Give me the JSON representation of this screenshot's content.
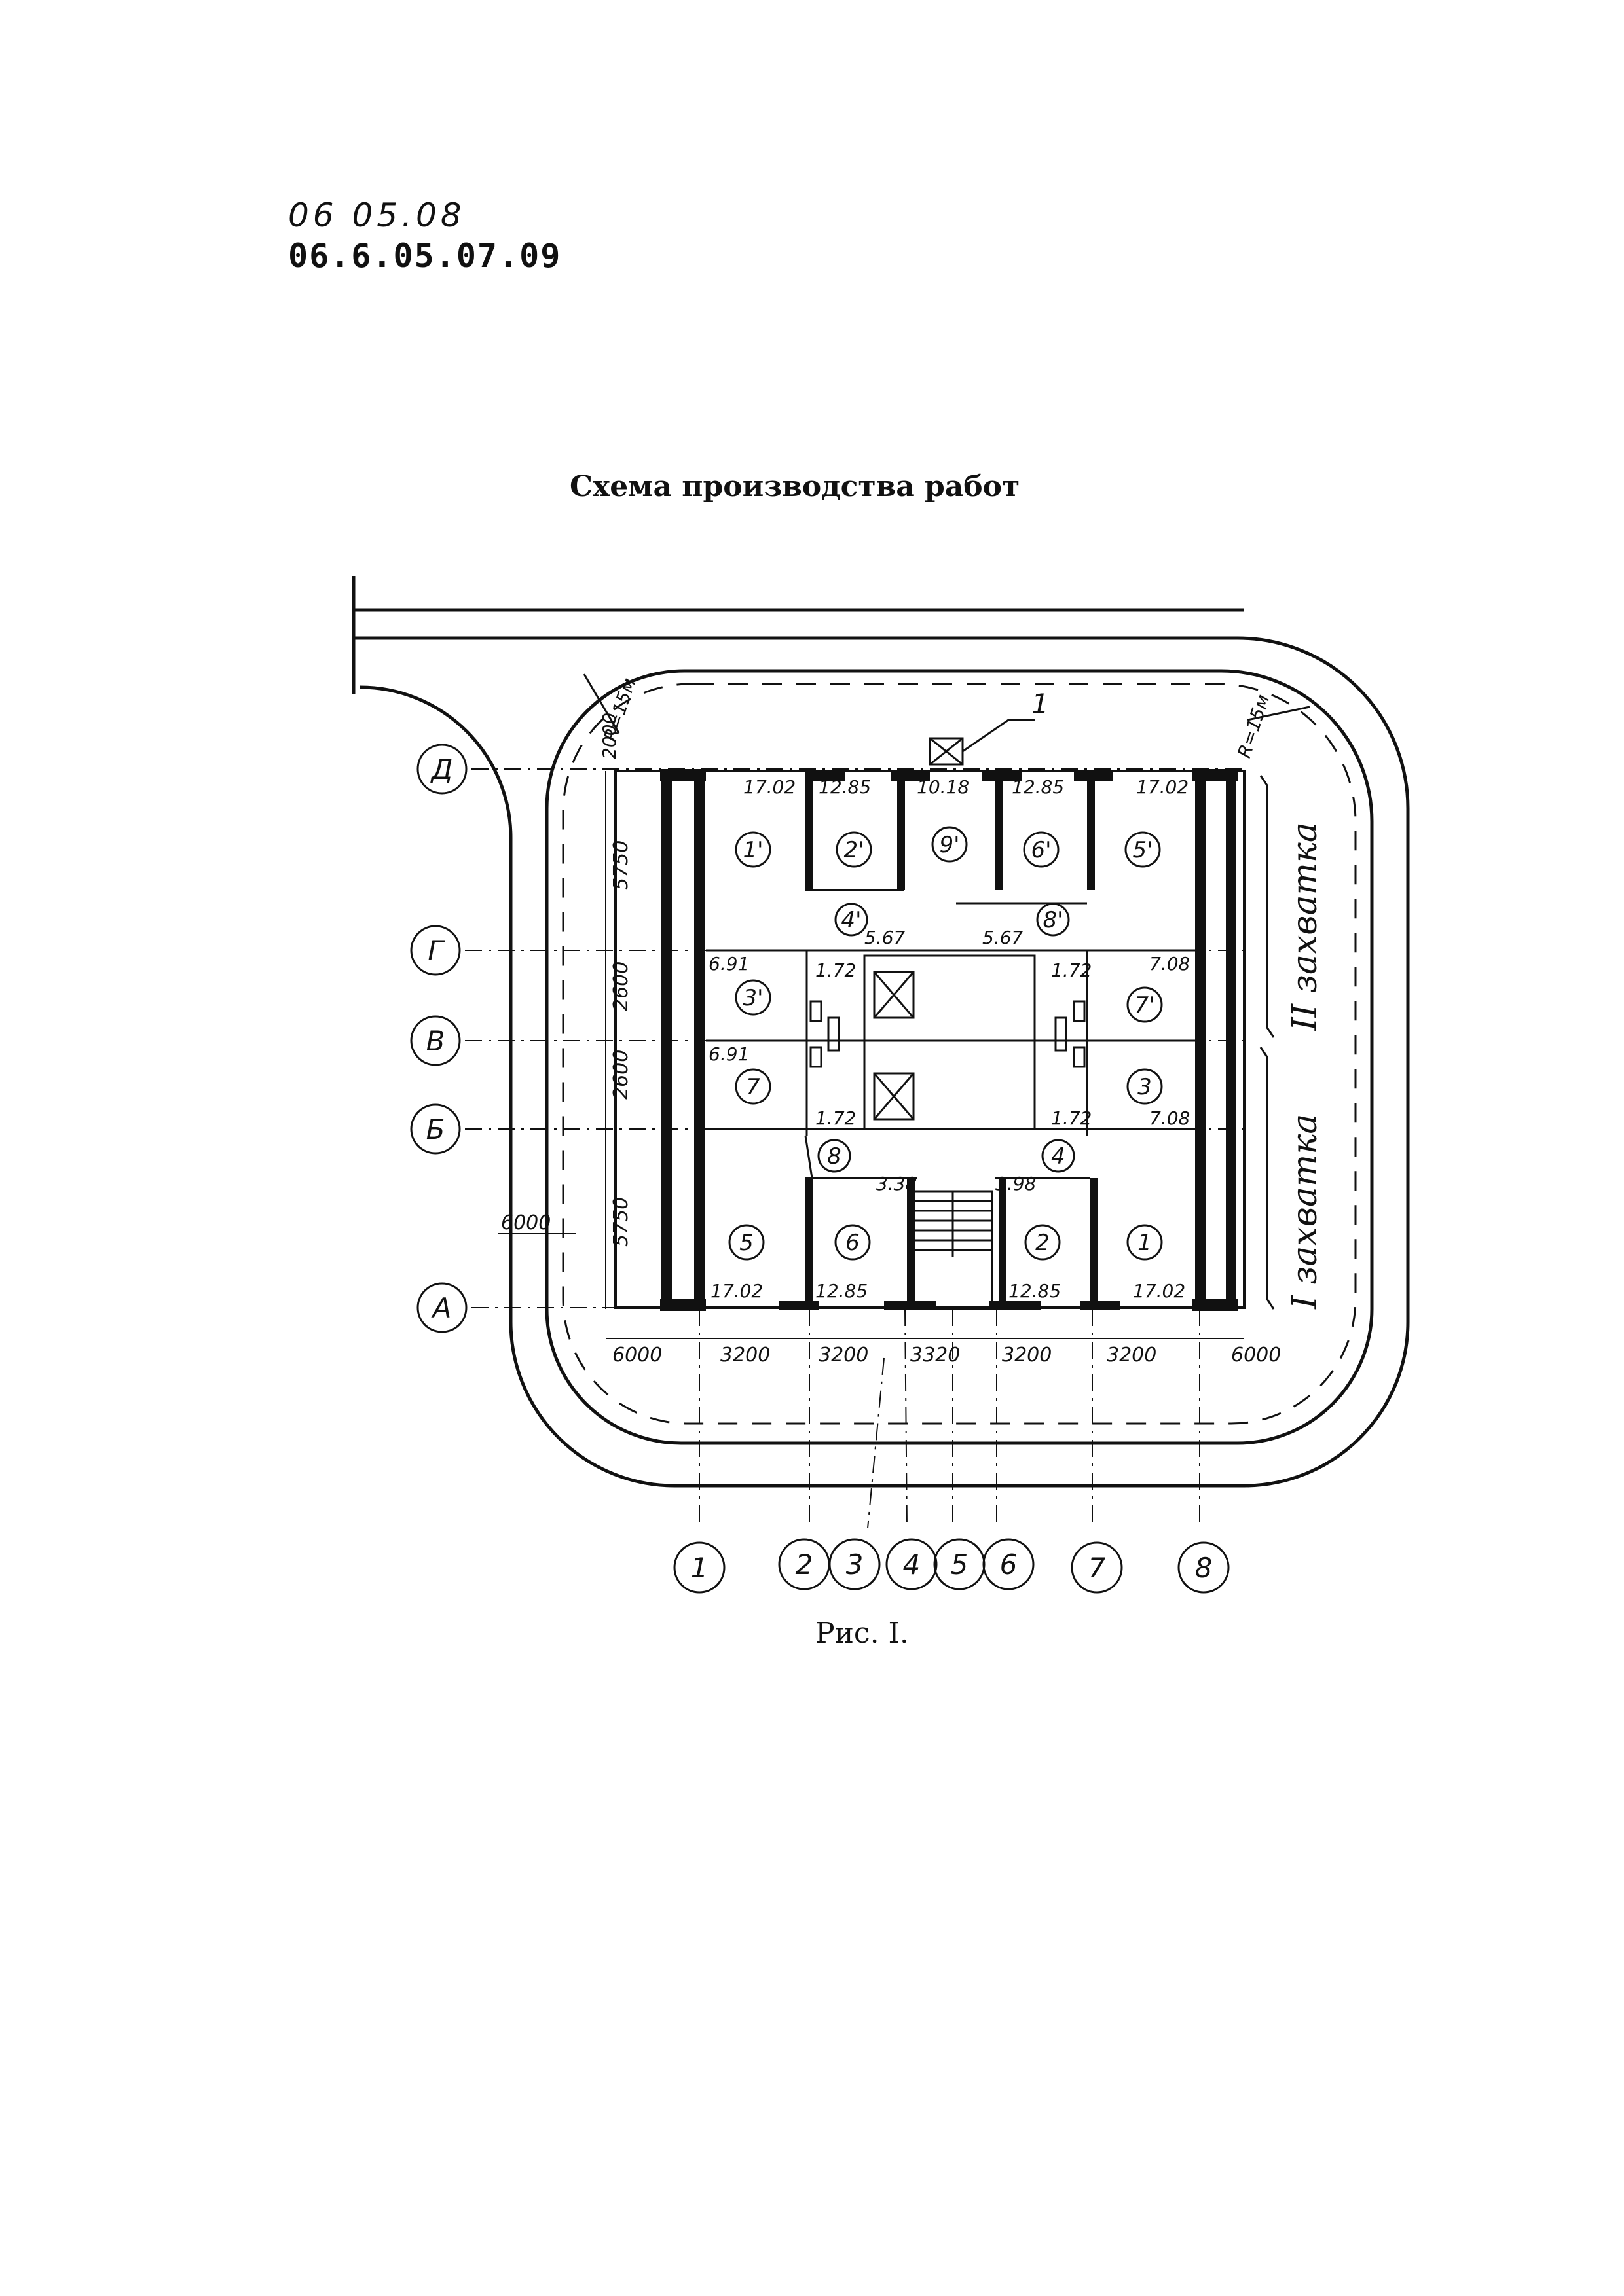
{
  "header": {
    "code_handwritten": "06 05.08",
    "code_printed": "06.6.05.07.09",
    "title": "Схема производства работ"
  },
  "figure": {
    "caption": "Рис. I.",
    "row_axes": [
      "А",
      "Б",
      "В",
      "Г",
      "Д"
    ],
    "col_axes": [
      "1",
      "2",
      "3",
      "4",
      "5",
      "6",
      "7",
      "8"
    ],
    "crane_label": "1",
    "radius_label_left": "R=15м",
    "radius_label_right": "R=15м",
    "stage_1": "I захватка",
    "stage_2": "II захватка",
    "dims_bottom": [
      "6000",
      "3200",
      "3200",
      "3320",
      "3200",
      "3200",
      "6000"
    ],
    "dims_left": [
      "5750",
      "2600",
      "2600",
      "5750"
    ],
    "dim_left_offset": "6000",
    "dim_top_offset": "2000",
    "zones_top": [
      "1'",
      "2'",
      "9'",
      "6'",
      "5'"
    ],
    "zones_mid_top": [
      "4'",
      "8'"
    ],
    "zones_left": [
      "3'",
      "7"
    ],
    "zones_right": [
      "7'",
      "3"
    ],
    "zones_mid_bottom": [
      "8",
      "4"
    ],
    "zones_bottom": [
      "5",
      "6",
      "2",
      "1"
    ],
    "levels_top": [
      "17.02",
      "12.85",
      "10.18",
      "12.85",
      "17.02"
    ],
    "levels_mid_top": [
      "5.67",
      "5.67"
    ],
    "levels_left": [
      "6.91",
      "6.91"
    ],
    "levels_right": [
      "7.08",
      "7.08"
    ],
    "levels_core": [
      "1.72",
      "1.72",
      "1.72",
      "1.72"
    ],
    "levels_mid_bottom": [
      "3.38",
      "3.98"
    ],
    "levels_bottom": [
      "17.02",
      "12.85",
      "12.85",
      "17.02"
    ]
  }
}
